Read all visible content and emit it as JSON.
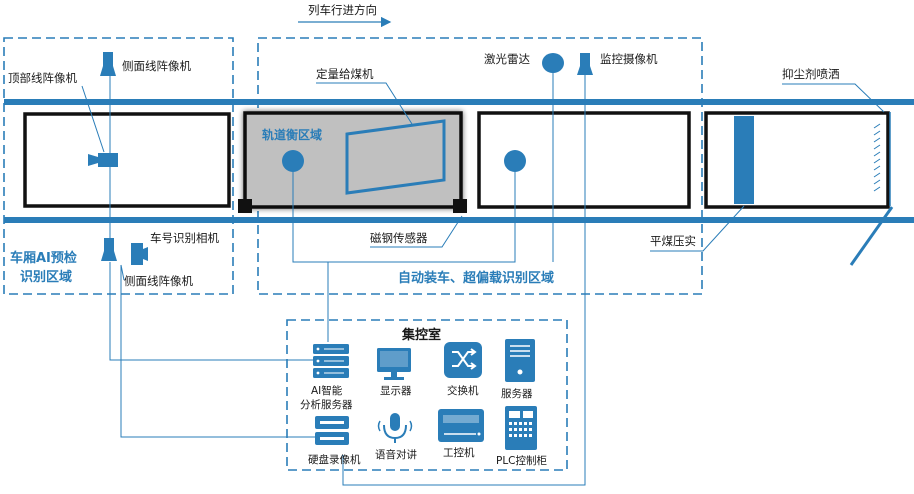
{
  "labels": {
    "direction": "列车行进方向",
    "side_cam_top": "侧面线阵像机",
    "top_cam": "顶部线阵像机",
    "feeder": "定量给煤机",
    "lidar": "激光雷达",
    "monitor_cam": "监控摄像机",
    "dust": "抑尘剂喷洒",
    "scale_zone": "轨道衡区域",
    "magnetic_sensor": "磁钢传感器",
    "car_number_cam": "车号识别相机",
    "side_cam_bottom": "侧面线阵像机",
    "flatten": "平煤压实",
    "ai_zone_line1": "车厢AI预检",
    "ai_zone_line2": "识别区域",
    "auto_zone": "自动装车、超偏载识别区域",
    "control_room": "集控室"
  },
  "devices": {
    "ai_server_line1": "AI智能",
    "ai_server_line2": "分析服务器",
    "display": "显示器",
    "switch": "交换机",
    "server": "服务器",
    "nvr": "硬盘录像机",
    "intercom": "语音对讲",
    "ipc": "工控机",
    "plc": "PLC控制柜"
  },
  "colors": {
    "accent": "#2a7db8",
    "dark": "#111111",
    "scale_fill": "#c0c0c0"
  }
}
